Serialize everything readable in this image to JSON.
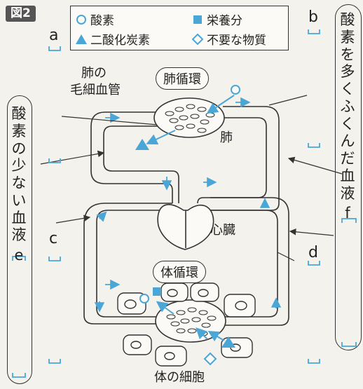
{
  "figure_label": "図2",
  "legend": {
    "oxygen": "酸素",
    "nutrients": "栄養分",
    "carbon_dioxide": "二酸化炭素",
    "waste": "不要な物質"
  },
  "labels": {
    "lung_capillary_line1": "肺の",
    "lung_capillary_line2": "毛細血管",
    "pulmonary_circulation": "肺循環",
    "lung": "肺",
    "heart": "心臓",
    "systemic_circulation": "体循環",
    "body_cells": "体の細胞"
  },
  "letters": {
    "a": "a",
    "b": "b",
    "c": "c",
    "d": "d"
  },
  "left_vertical": {
    "chars": [
      "酸",
      "素",
      "の",
      "少",
      "な",
      "い",
      "血",
      "液"
    ],
    "suffix": "e"
  },
  "right_vertical": {
    "chars": [
      "酸",
      "素",
      "を",
      "多",
      "く",
      "ふ",
      "く",
      "ん",
      "だ",
      "血",
      "液"
    ],
    "suffix": "f"
  },
  "colors": {
    "accent": "#4aa6d6",
    "line": "#333333",
    "background": "#f4f2ec"
  }
}
